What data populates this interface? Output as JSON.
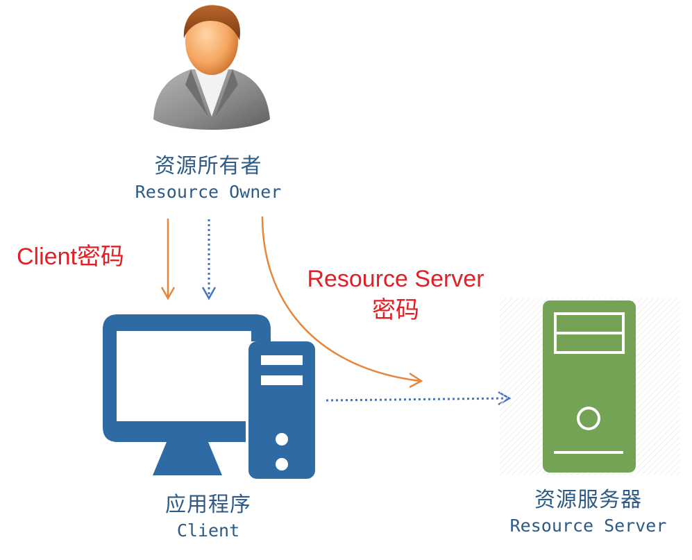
{
  "nodes": {
    "resource_owner": {
      "cn": "资源所有者",
      "en": "Resource Owner",
      "icon": "user-avatar-icon"
    },
    "client": {
      "cn": "应用程序",
      "en": "Client",
      "icon": "desktop-computer-icon"
    },
    "resource_server": {
      "cn": "资源服务器",
      "en": "Resource Server",
      "icon": "server-icon"
    }
  },
  "flows": {
    "client_password": "Client密码",
    "resource_server_password_line1": "Resource Server",
    "resource_server_password_line2": "密码"
  },
  "colors": {
    "node_label": "#2e5a86",
    "client_icon": "#2e6aa3",
    "server_icon": "#74a356",
    "orange_arrow": "#e8853a",
    "blue_dotted_arrow": "#4472c4",
    "flow_label": "#e31e24"
  }
}
